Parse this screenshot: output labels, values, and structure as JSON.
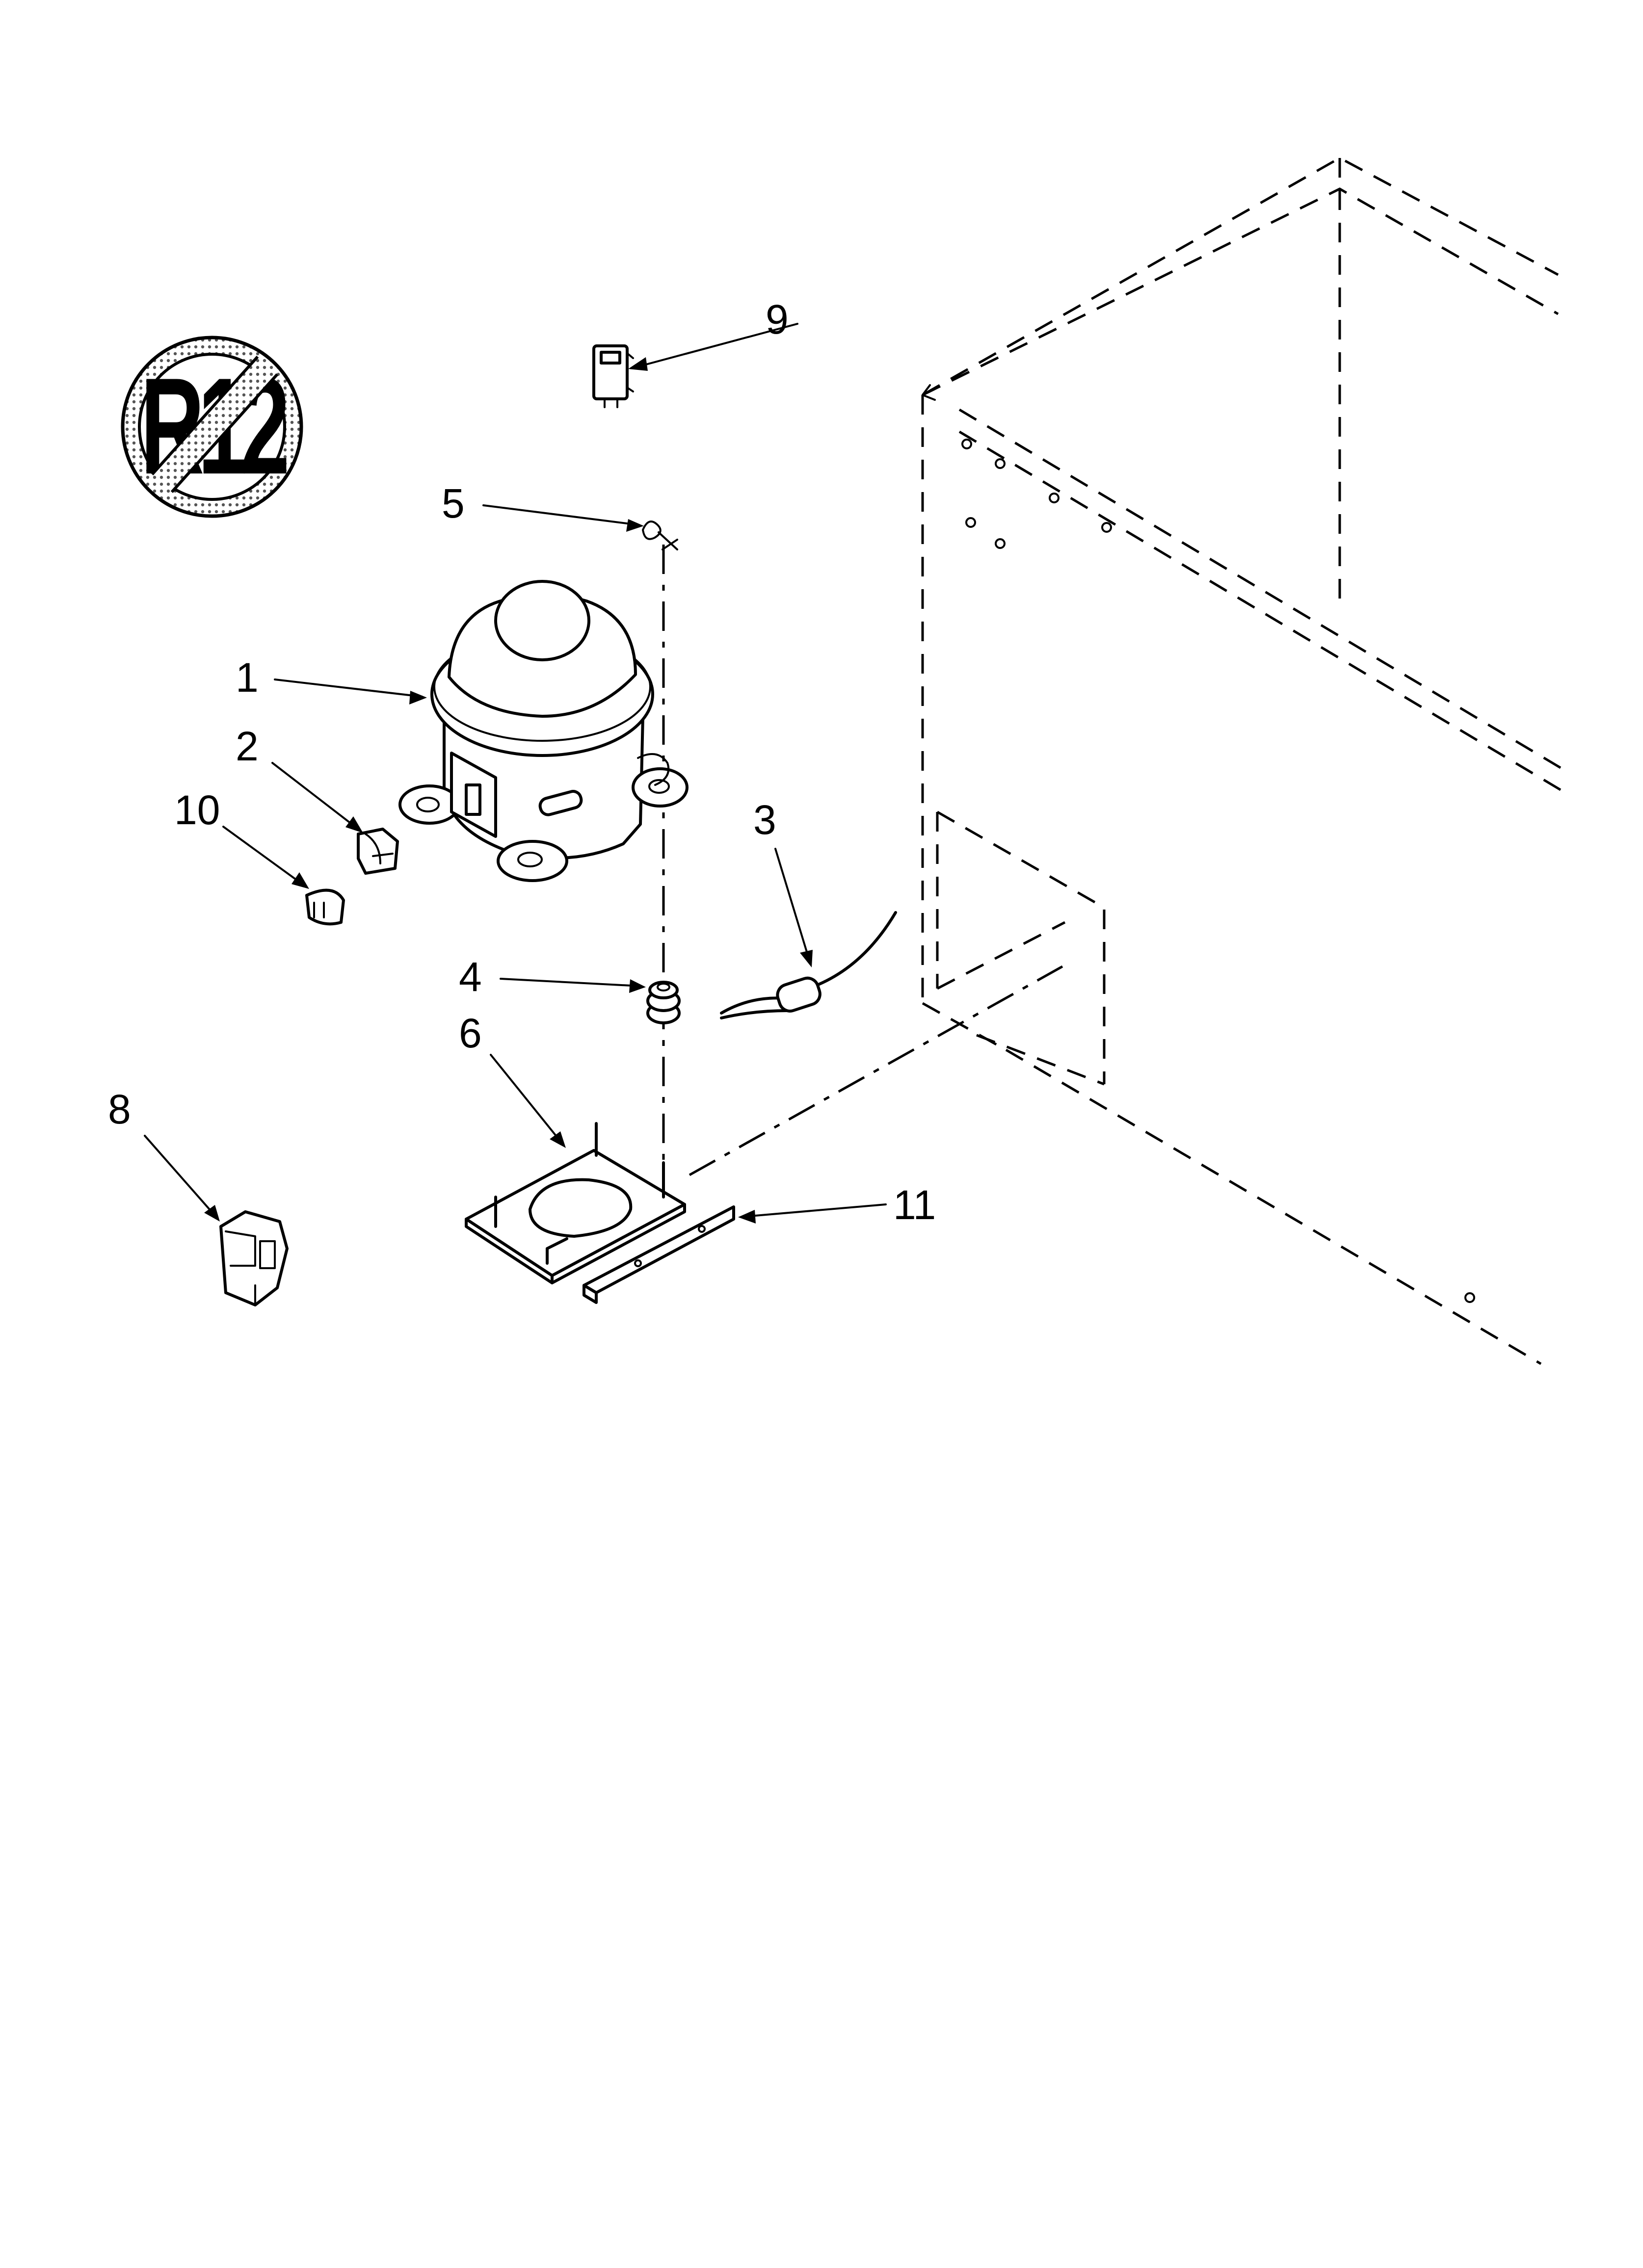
{
  "badge": {
    "text": "R12",
    "icon": "no-r12-icon",
    "fill_color": "#bfbfbf",
    "stroke_color": "#000000"
  },
  "callouts": [
    {
      "id": "1",
      "label": "1"
    },
    {
      "id": "2",
      "label": "2"
    },
    {
      "id": "3",
      "label": "3"
    },
    {
      "id": "4",
      "label": "4"
    },
    {
      "id": "5",
      "label": "5"
    },
    {
      "id": "6",
      "label": "6"
    },
    {
      "id": "8",
      "label": "8"
    },
    {
      "id": "9",
      "label": "9"
    },
    {
      "id": "10",
      "label": "10"
    },
    {
      "id": "11",
      "label": "11"
    }
  ]
}
